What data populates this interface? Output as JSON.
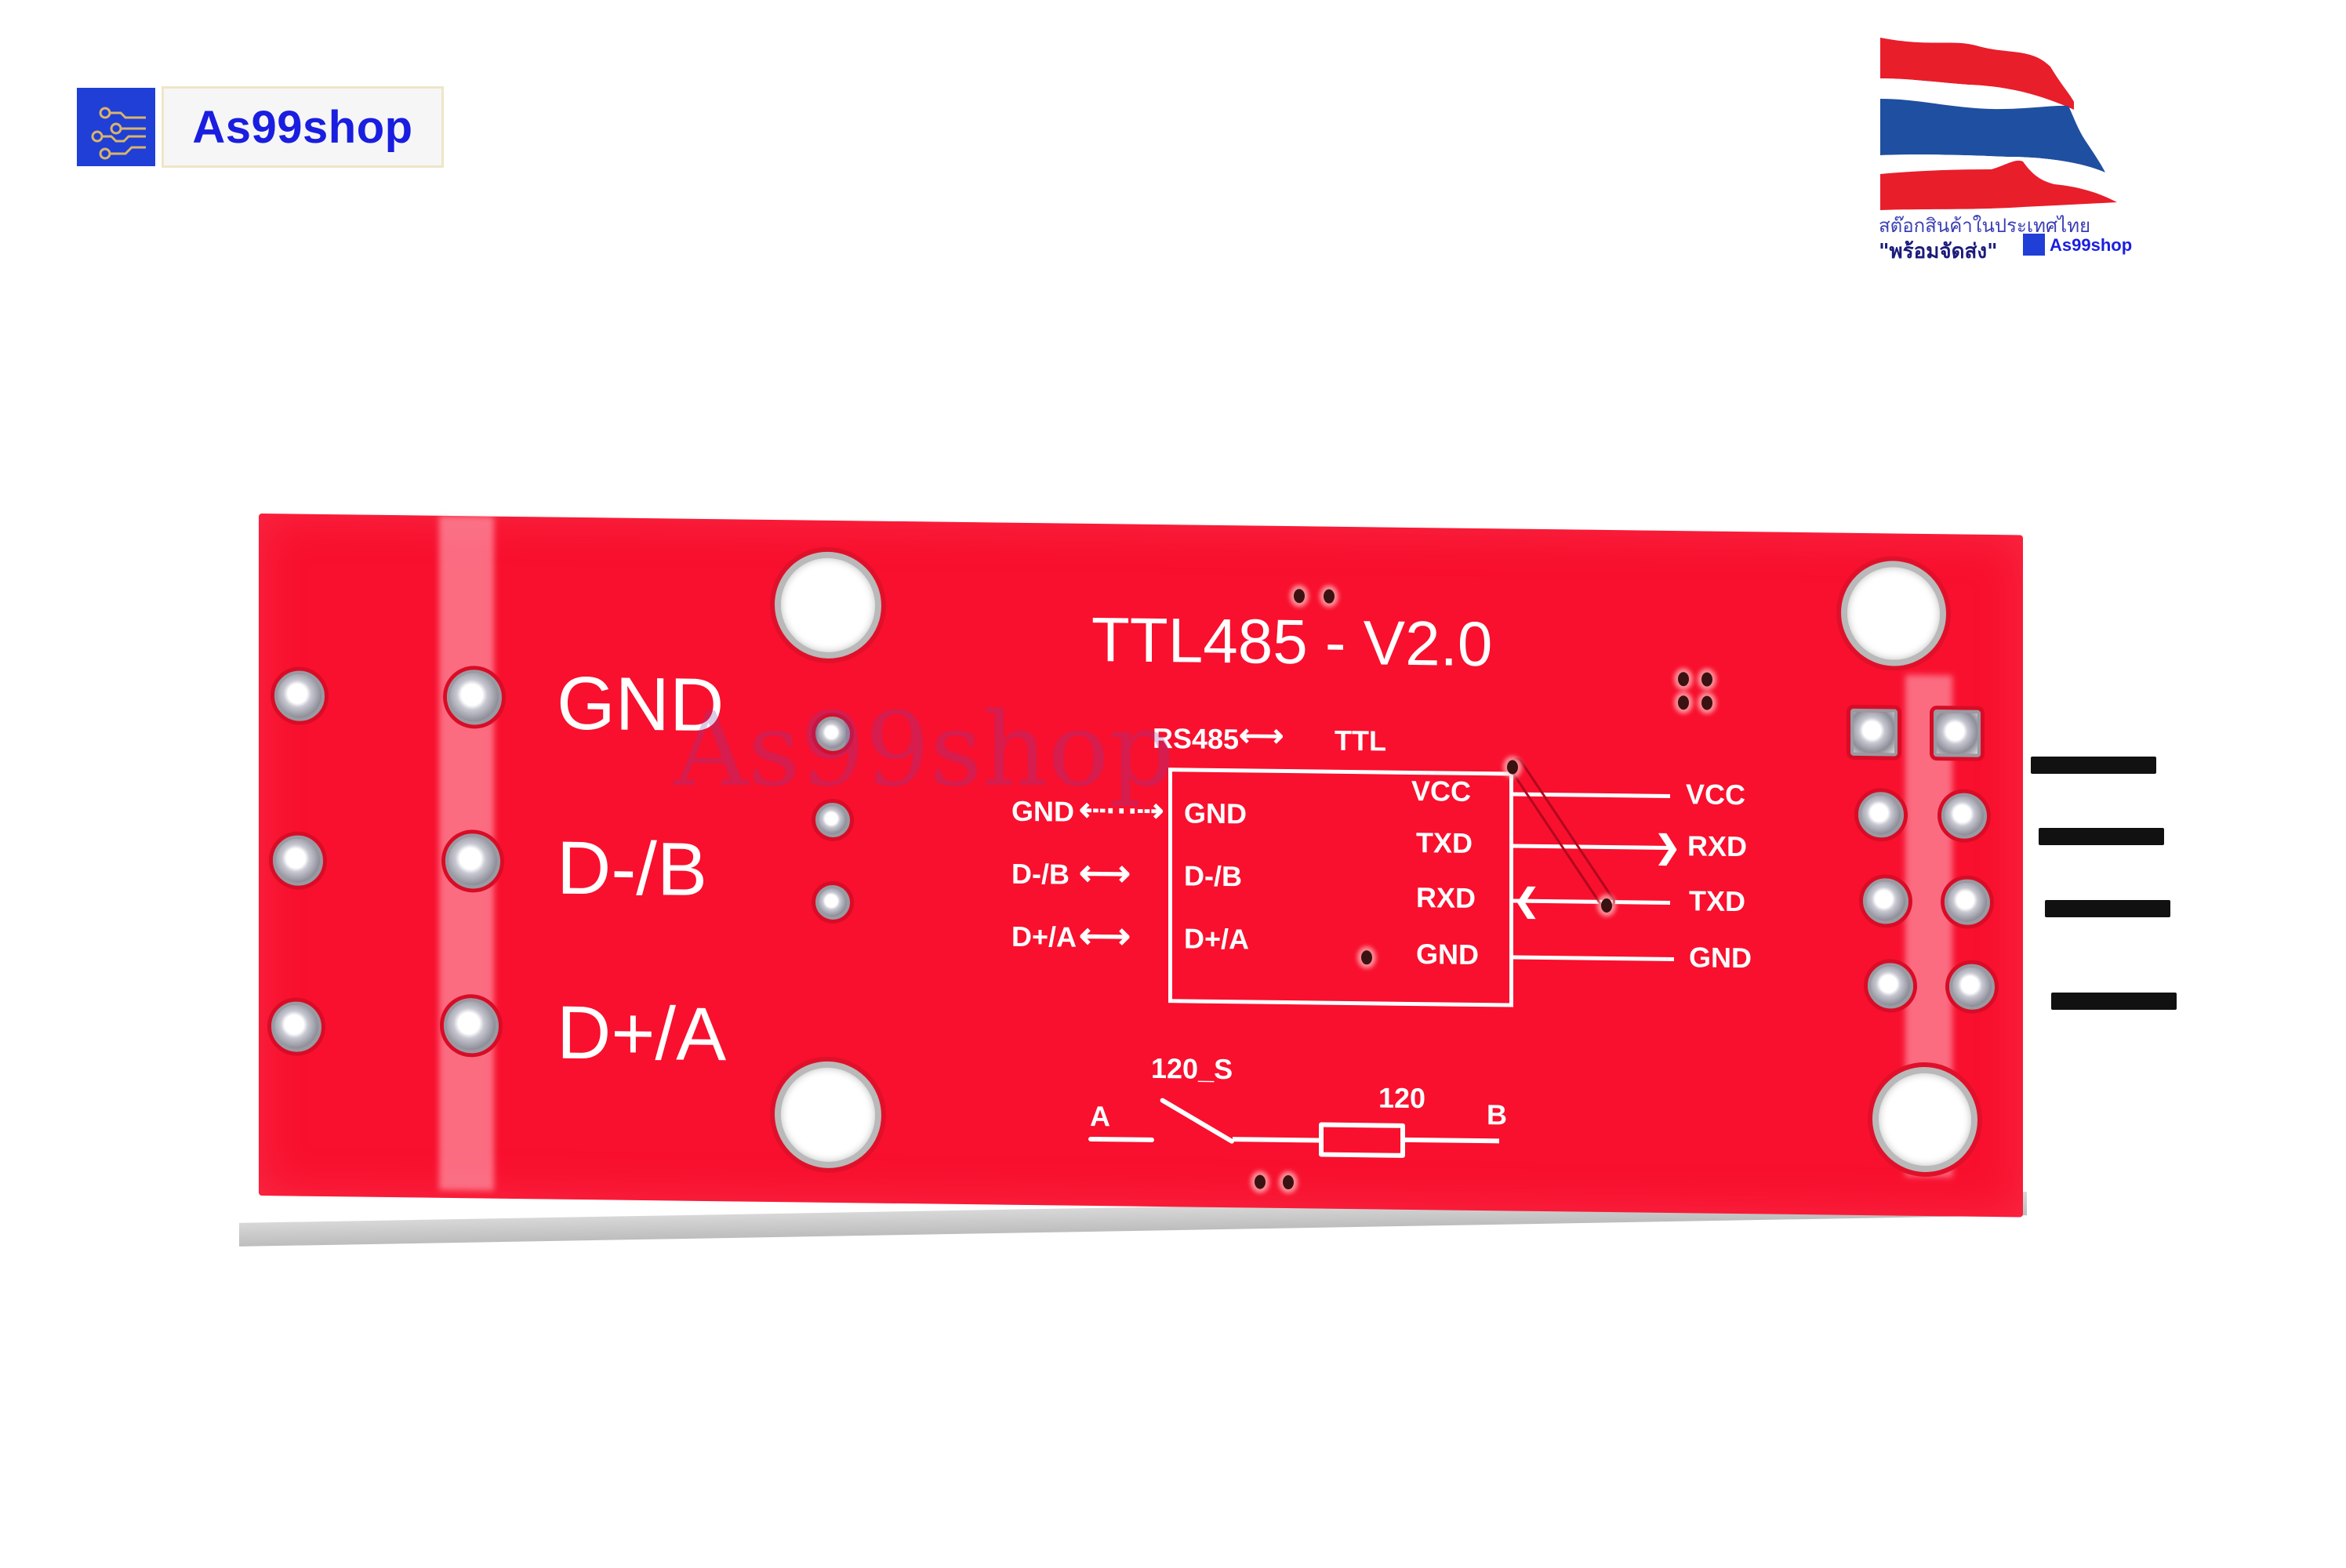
{
  "shop_logo": {
    "text": "As99shop",
    "mark_color": "#1f3fd6",
    "text_color": "#1a1ee0",
    "icon": "circuit-traces-icon"
  },
  "badge": {
    "flag": "thailand-flag-icon",
    "caption_line_1": "สต๊อกสินค้าในประเทศไทย",
    "caption_line_2": "\"พร้อมจัดส่ง\"",
    "mini_logo_text": "As99shop"
  },
  "board": {
    "title": "TTL485 - V2.0",
    "color": "#f8102e",
    "watermark": "As99shop",
    "terminal_labels": [
      "GND",
      "D-/B",
      "D+/A"
    ],
    "diagram": {
      "header_left": "RS485",
      "header_right": "TTL",
      "left_labels": [
        "GND",
        "D-/B",
        "D+/A"
      ],
      "chip_left_pins": [
        "GND",
        "D-/B",
        "D+/A"
      ],
      "chip_right_pins": [
        "VCC",
        "TXD",
        "RXD",
        "GND"
      ],
      "right_labels": [
        "VCC",
        "RXD",
        "TXD",
        "GND"
      ]
    },
    "termination": {
      "switch_label": "120_S",
      "resistor_label": "120",
      "end_a": "A",
      "end_b": "B"
    },
    "header_pins": 4
  }
}
